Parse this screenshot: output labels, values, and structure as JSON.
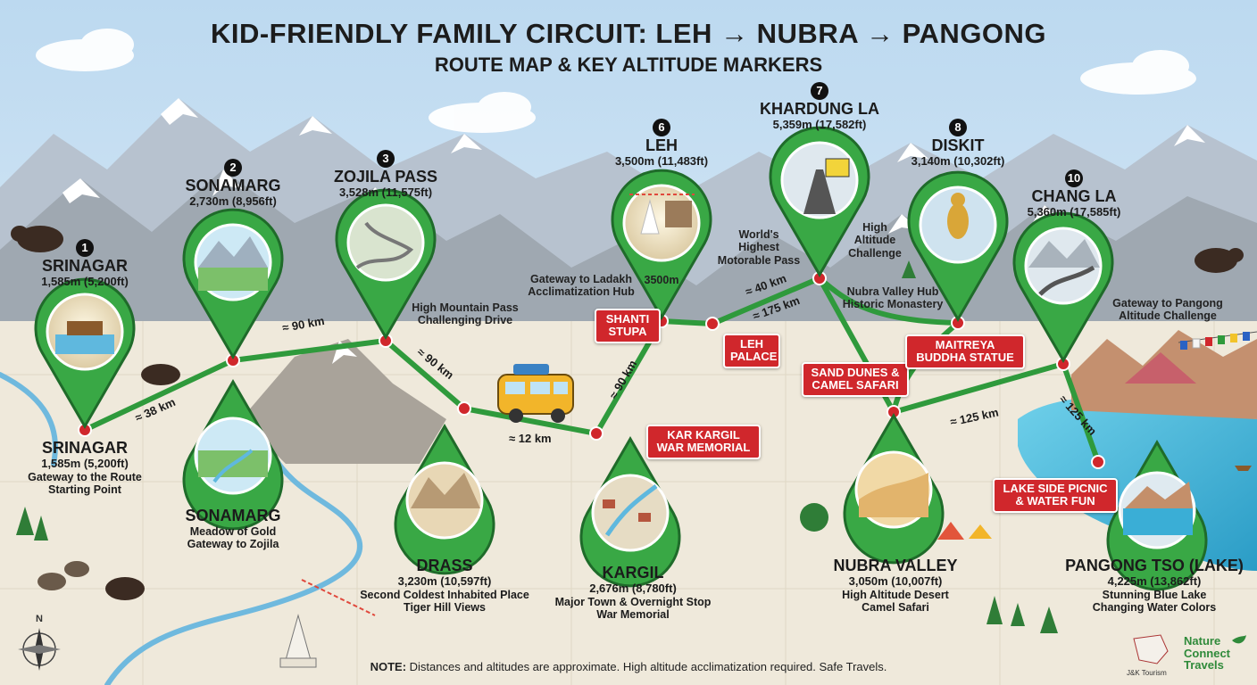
{
  "title": "KID-FRIENDLY FAMILY CIRCUIT: LEH → NUBRA → PANGONG",
  "subtitle": "ROUTE MAP & KEY ALTITUDE MARKERS",
  "colors": {
    "route": "#2f9a3c",
    "pin_fill": "#39a845",
    "stop_dot": "#d0272c",
    "tag_bg": "#d0272c",
    "lake": "#49b7d8",
    "sky": "#cfe4f3"
  },
  "stops": [
    {
      "num": "1",
      "name": "SRINAGAR",
      "alt": "1,585m (5,200ft)"
    },
    {
      "num": "2",
      "name": "SONAMARG",
      "alt": "2,730m (8,956ft)"
    },
    {
      "num": "3",
      "name": "ZOJILA PASS",
      "alt": "3,528m (11,575ft)"
    },
    {
      "num": "6",
      "name": "LEH",
      "alt": "3,500m (11,483ft)"
    },
    {
      "num": "7",
      "name": "KHARDUNG LA",
      "alt": "5,359m (17,582ft)"
    },
    {
      "num": "8",
      "name": "DISKIT",
      "alt": "3,140m (10,302ft)"
    },
    {
      "num": "10",
      "name": "CHANG LA",
      "alt": "5,360m (17,585ft)"
    }
  ],
  "lower_labels": [
    {
      "name": "SRINAGAR",
      "alt": "1,585m (5,200ft)",
      "desc": [
        "Gateway to the Route",
        "Starting Point"
      ]
    },
    {
      "name": "SONAMARG",
      "alt": "",
      "desc": [
        "Meadow of Gold",
        "Gateway to Zojila"
      ]
    },
    {
      "name": "DRASS",
      "alt": "3,230m (10,597ft)",
      "desc": [
        "Second Coldest Inhabited Place",
        "Tiger Hill Views"
      ]
    },
    {
      "name": "KARGIL",
      "alt": "2,676m (8,780ft)",
      "desc": [
        "Major Town & Overnight Stop",
        "War Memorial"
      ]
    },
    {
      "name": "NUBRA VALLEY",
      "alt": "3,050m (10,007ft)",
      "desc": [
        "High Altitude Desert",
        "Camel Safari"
      ]
    },
    {
      "name": "PANGONG TSO (LAKE)",
      "alt": "4,225m (13,862ft)",
      "desc": [
        "Stunning Blue Lake",
        "Changing Water Colors"
      ]
    }
  ],
  "notes": {
    "zojila": [
      "High Mountain Pass",
      "Challenging Drive"
    ],
    "leh_hub": [
      "Gateway to Ladakh",
      "Acclimatization Hub"
    ],
    "leh_alt": "3500m",
    "khardung": [
      "World's",
      "Highest",
      "Motorable Pass"
    ],
    "khardung_right": [
      "High",
      "Altitude",
      "Challenge"
    ],
    "diskit": [
      "Nubra Valley Hub",
      "Historic Monastery"
    ],
    "chang": [
      "Gateway to Pangong",
      "Altitude Challenge"
    ]
  },
  "tags": [
    [
      "SHANTI",
      "STUPA"
    ],
    [
      "LEH",
      "PALACE"
    ],
    [
      "KAR KARGIL",
      "WAR MEMORIAL"
    ],
    [
      "SAND DUNES &",
      "CAMEL SAFARI"
    ],
    [
      "MAITREYA",
      "BUDDHA STATUE"
    ],
    [
      "LAKE SIDE PICNIC",
      "& WATER FUN"
    ]
  ],
  "distances": [
    "≈ 38 km",
    "≈ 90 km",
    "≈ 90 km",
    "≈ 12 km",
    "≈ 90 km",
    "≈ 40 km",
    "≈ 175 km",
    "≈ 125 km",
    "≈ 125 km"
  ],
  "footnote": {
    "label": "NOTE:",
    "text": " Distances and altitudes are approximate. High altitude acclimatization required. Safe Travels."
  },
  "compass": "N",
  "brand": {
    "tourism": "J&K Tourism",
    "name_lines": [
      "Nature",
      "Connect",
      "Travels"
    ]
  }
}
